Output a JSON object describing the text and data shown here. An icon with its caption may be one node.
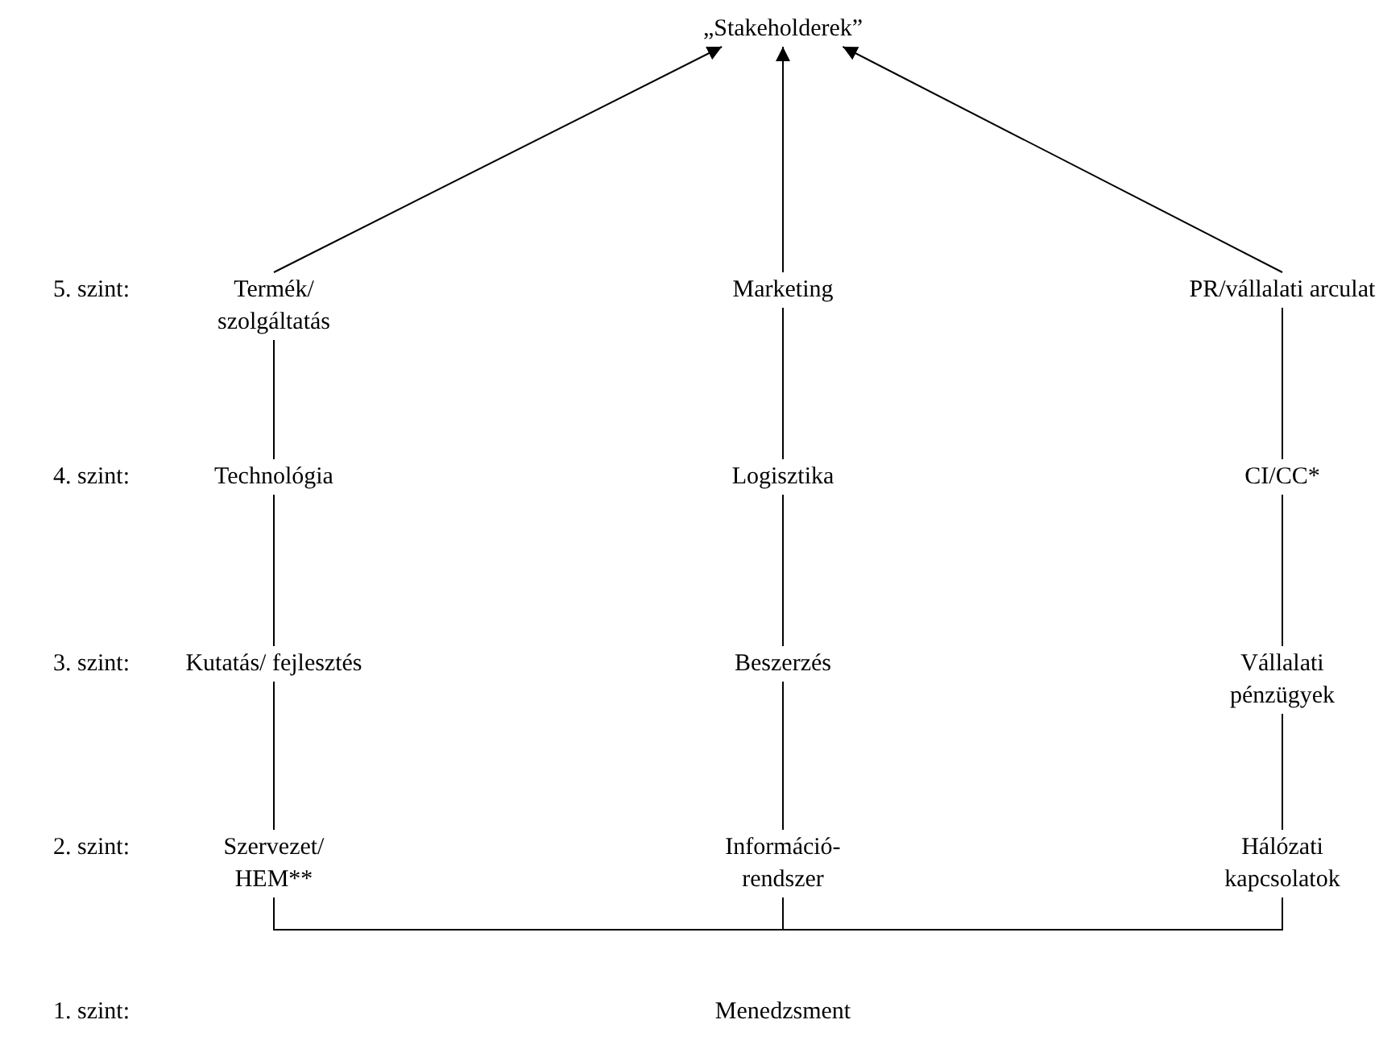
{
  "diagram": {
    "nodes": [
      {
        "text": [
          "„Stakeholderek”"
        ]
      },
      {
        "text": [
          "Termék/ szolgáltatás"
        ]
      },
      {
        "text": [
          "Marketing"
        ]
      },
      {
        "text": [
          "PR/vállalati arculat"
        ]
      },
      {
        "text": [
          "Technológia"
        ]
      },
      {
        "text": [
          "Logisztika"
        ]
      },
      {
        "text": [
          "CI/CC*"
        ]
      },
      {
        "text": [
          "Kutatás/ fejlesztés"
        ]
      },
      {
        "text": [
          "Beszerzés"
        ]
      },
      {
        "text": [
          "Vállalati pénzügyek"
        ]
      },
      {
        "text": [
          "Szervezet/ HEM**"
        ]
      },
      {
        "text": [
          "Információ- rendszer"
        ]
      },
      {
        "text": [
          "Hálózati kapcsolatok"
        ]
      },
      {
        "text": [
          "Menedzsment"
        ]
      }
    ],
    "edges": [
      {
        "from": 1,
        "to": 0,
        "arrow": "to"
      },
      {
        "from": 2,
        "to": 0,
        "arrow": "to"
      },
      {
        "from": 3,
        "to": 0,
        "arrow": "to"
      },
      {
        "from": 4,
        "to": 1,
        "arrow": "none"
      },
      {
        "from": 5,
        "to": 2,
        "arrow": "none"
      },
      {
        "from": 6,
        "to": 3,
        "arrow": "none"
      },
      {
        "from": 7,
        "to": 4,
        "arrow": "none"
      },
      {
        "from": 8,
        "to": 5,
        "arrow": "none"
      },
      {
        "from": 9,
        "to": 6,
        "arrow": "none"
      },
      {
        "from": 10,
        "to": 7,
        "arrow": "none"
      },
      {
        "from": 11,
        "to": 8,
        "arrow": "none"
      },
      {
        "from": 12,
        "to": 9,
        "arrow": "none"
      },
      {
        "from": 10,
        "to": 11,
        "arrow": "none"
      },
      {
        "from": 11,
        "to": 12,
        "arrow": "none"
      }
    ],
    "labels": [
      "5. szint:",
      "4. szint:",
      "3. szint:",
      "2. szint:",
      "1. szint:"
    ]
  }
}
